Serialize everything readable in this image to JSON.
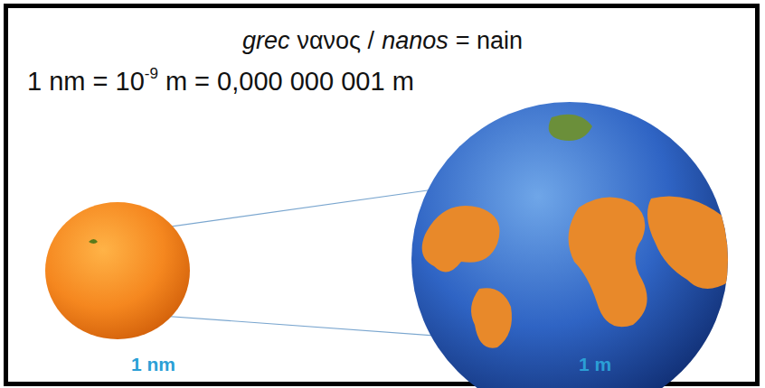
{
  "diagram": {
    "labels": [
      "grec",
      "νανος /",
      "nanos",
      "= nain",
      "1 nm = 10",
      "-9",
      "m = 0,000 000 001 m",
      "1 nm",
      "1 m"
    ]
  }
}
